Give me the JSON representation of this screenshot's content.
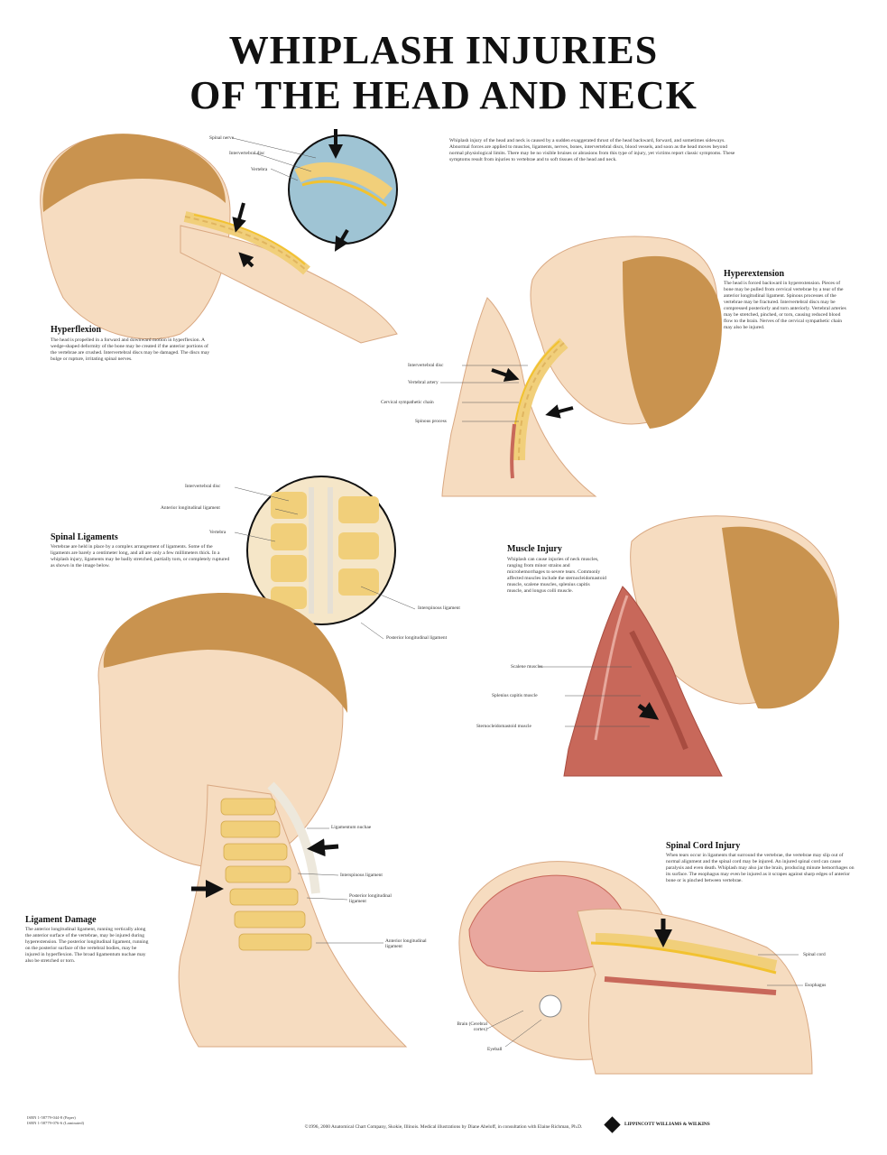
{
  "title": {
    "line1": "WHIPLASH INJURIES",
    "line2": "OF THE HEAD AND NECK"
  },
  "intro": "Whiplash injury of the head and neck is caused by a sudden exaggerated thrust of the head backward, forward, and sometimes sideways. Abnormal forces are applied to muscles, ligaments, nerves, bones, intervertebral discs, blood vessels, and soon as the head moves beyond normal physiological limits. There may be no visible bruises or abrasions from this type of injury, yet victims report classic symptoms. These symptoms result from injuries to vertebrae and to soft tissues of the head and neck.",
  "sections": {
    "hyperflexion": {
      "title": "Hyperflexion",
      "text": "The head is propelled in a forward and downward motion in hyperflexion. A wedge-shaped deformity of the bone may be created if the anterior portions of the vertebrae are crushed. Intervertebral discs may be damaged. The discs may bulge or rupture, irritating spinal nerves.",
      "labels": {
        "spinal_nerve": "Spinal nerve",
        "disc": "Intervertebral disc",
        "vertebra": "Vertebra"
      }
    },
    "hyperextension": {
      "title": "Hyperextension",
      "text": "The head is forced backward in hyperextension. Pieces of bone may be pulled from cervical vertebrae by a tear of the anterior longitudinal ligament. Spinous processes of the vertebrae may be fractured. Intervertebral discs may be compressed posteriorly and torn anteriorly. Vertebral arteries may be stretched, pinched, or torn, causing reduced blood flow to the brain. Nerves of the cervical sympathetic chain may also be injured.",
      "labels": {
        "disc": "Intervertebral disc",
        "artery": "Vertebral artery",
        "chain": "Cervical sympathetic chain",
        "spinous": "Spinous process"
      }
    },
    "spinal_ligaments": {
      "title": "Spinal Ligaments",
      "text": "Vertebrae are held in place by a complex arrangement of ligaments. Some of the ligaments are barely a centimeter long, and all are only a few millimeters thick. In a whiplash injury, ligaments may be badly stretched, partially torn, or completely ruptured as shown in the image below.",
      "labels": {
        "disc": "Intervertebral disc",
        "anterior": "Anterior longitudinal ligament",
        "vertebra": "Vertebra",
        "interspinous": "Interspinous ligament",
        "posterior": "Posterior longitudinal ligament"
      }
    },
    "muscle_injury": {
      "title": "Muscle Injury",
      "text": "Whiplash can cause injuries of neck muscles, ranging from minor strains and microhemorrhages to severe tears. Commonly affected muscles include the sternocleidomastoid muscle, scalene muscles, splenius capitis muscle, and longus colli muscle.",
      "labels": {
        "scalene": "Scalene muscles",
        "splenius": "Splenius capitis muscle",
        "scm": "Sternocleidomastoid muscle"
      }
    },
    "ligament_damage": {
      "title": "Ligament Damage",
      "text": "The anterior longitudinal ligament, running vertically along the anterior surface of the vertebrae, may be injured during hyperextension. The posterior longitudinal ligament, running on the posterior surface of the vertebral bodies, may be injured in hyperflexion. The broad ligamentum nuchae may also be stretched or torn.",
      "labels": {
        "nuchae": "Ligamentum nuchae",
        "interspinous": "Interspinous ligament",
        "posterior": "Posterior longitudinal ligament",
        "anterior": "Anterior longitudinal ligament"
      }
    },
    "spinal_cord": {
      "title": "Spinal Cord Injury",
      "text": "When tears occur in ligaments that surround the vertebrae, the vertebrae may slip out of normal alignment and the spinal cord may be injured. An injured spinal cord can cause paralysis and even death. Whiplash may also jar the brain, producing minute hemorrhages on its surface. The esophagus may even be injured as it scrapes against sharp edges of anterior bone or is pinched between vertebrae.",
      "labels": {
        "cord": "Spinal cord",
        "esophagus": "Esophagus",
        "brain": "Brain (Cerebral cortex)",
        "eyeball": "Eyeball"
      }
    }
  },
  "footer": {
    "left": "ISBN 1-58779-044-8 (Paper)\nISBN 1-58779-076-6 (Laminated)",
    "copyright": "©1996, 2000 Anatomical Chart Company, Skokie, Illinois. Medical illustrations by Diane Abeloff, in consultation with Elaine Richman, Ph.D.",
    "publisher": "LIPPINCOTT WILLIAMS & WILKINS"
  },
  "colors": {
    "skin": "#f6dcc0",
    "hair": "#c9934f",
    "bone": "#f1cf7a",
    "muscle": "#c8685a",
    "nerve": "#f2c230",
    "arrow": "#111111"
  }
}
